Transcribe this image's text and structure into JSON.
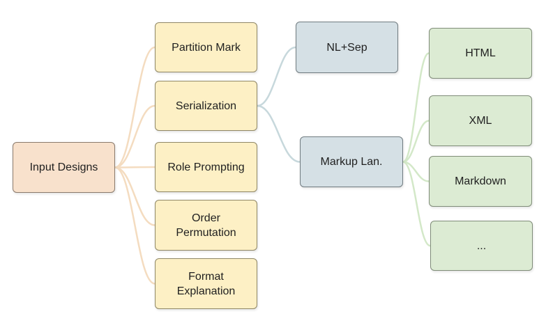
{
  "diagram": {
    "root": {
      "label": "Input Designs"
    },
    "level1": [
      {
        "id": "partition",
        "label": "Partition Mark"
      },
      {
        "id": "serialization",
        "label": "Serialization"
      },
      {
        "id": "role",
        "label": "Role Prompting"
      },
      {
        "id": "order",
        "label": "Order\nPermutation"
      },
      {
        "id": "format",
        "label": "Format\nExplanation"
      }
    ],
    "level2": [
      {
        "id": "nlsep",
        "label": "NL+Sep"
      },
      {
        "id": "markup",
        "label": "Markup Lan."
      }
    ],
    "level3": [
      {
        "id": "html",
        "label": "HTML"
      },
      {
        "id": "xml",
        "label": "XML"
      },
      {
        "id": "markdown",
        "label": "Markdown"
      },
      {
        "id": "more",
        "label": "..."
      }
    ],
    "edges": [
      {
        "from": "root",
        "to": "partition"
      },
      {
        "from": "root",
        "to": "serialization"
      },
      {
        "from": "root",
        "to": "role"
      },
      {
        "from": "root",
        "to": "order"
      },
      {
        "from": "root",
        "to": "format"
      },
      {
        "from": "serialization",
        "to": "nlsep"
      },
      {
        "from": "serialization",
        "to": "markup"
      },
      {
        "from": "markup",
        "to": "html"
      },
      {
        "from": "markup",
        "to": "xml"
      },
      {
        "from": "markup",
        "to": "markdown"
      },
      {
        "from": "markup",
        "to": "more"
      }
    ],
    "colors": {
      "root_fill": "#f8e1cc",
      "level1_fill": "#fdf0c5",
      "level2_fill": "#d5e0e5",
      "level3_fill": "#dcebd3",
      "edge_root": "#f4dcc0",
      "edge_level2": "#c7d8dc",
      "edge_level3": "#d3e8c8"
    }
  }
}
